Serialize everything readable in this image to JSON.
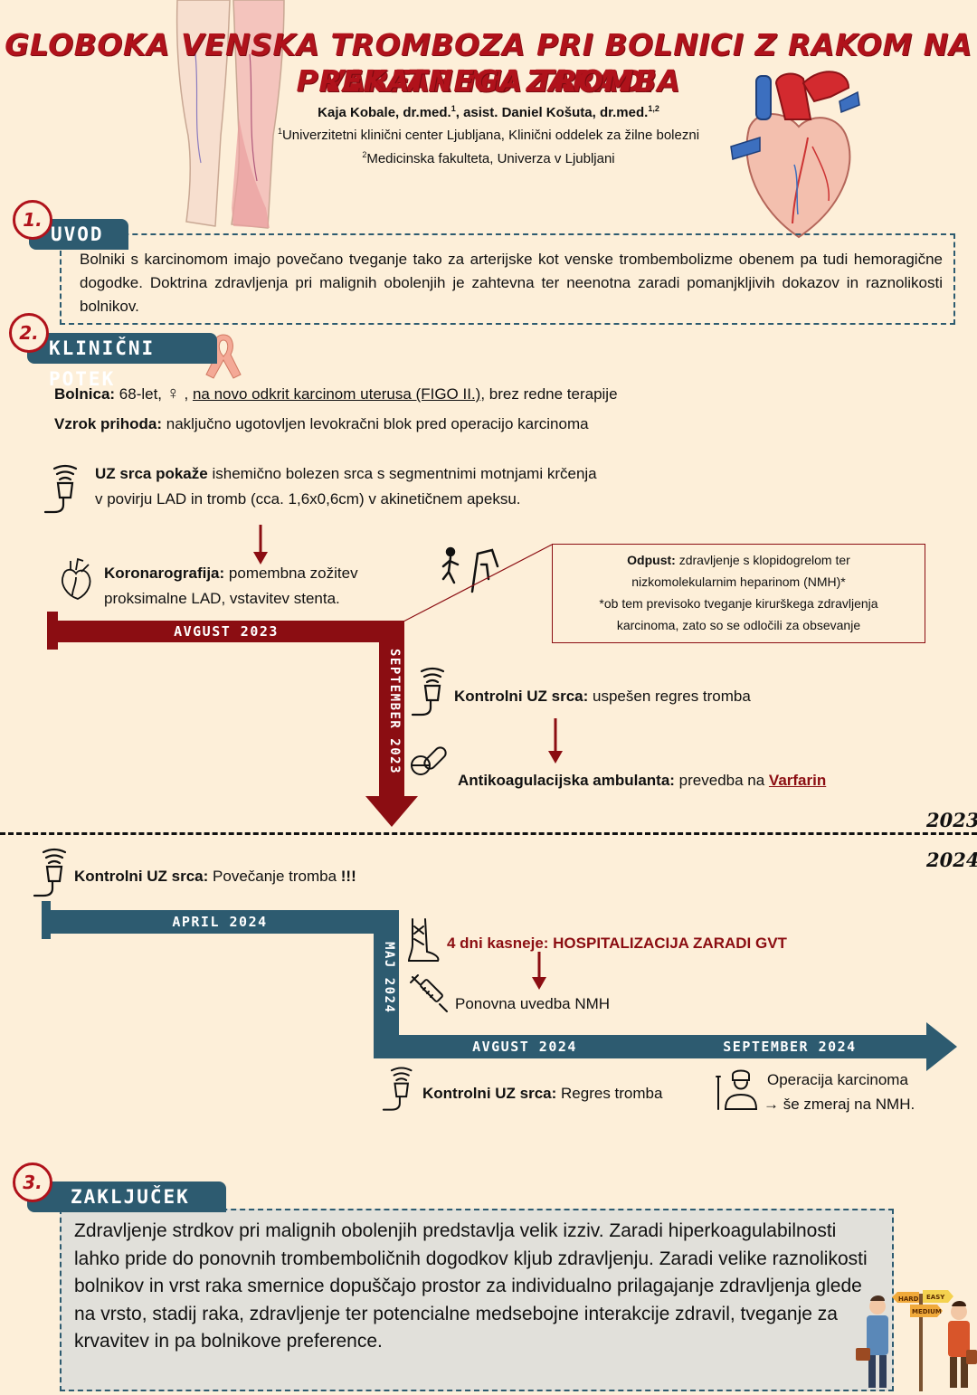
{
  "header": {
    "title_line1": "GLOBOKA VENSKA TROMBOZA PRI BOLNICI Z RAKOM NA VARFARINU ZARADI",
    "title_line2": "PREKATNEGA TROMBA",
    "author1": "Kaja Kobale, dr.med.",
    "author1_sup": "1",
    "author_sep": ", asist. Daniel Košuta, dr.med.",
    "author2_sup": "1,2",
    "affil1_sup": "1",
    "affil1": "Univerzitetni klinični center Ljubljana, Klinični oddelek za žilne bolezni",
    "affil2_sup": "2",
    "affil2": "Medicinska fakulteta, Univerza v Ljubljani"
  },
  "sections": {
    "intro": {
      "number": "1.",
      "title": "UVOD",
      "text": "Bolniki s karcinomom imajo povečano tveganje tako za arterijske kot venske trombembolizme obenem pa tudi hemoragične dogodke. Doktrina zdravljenja pri malignih obolenjih je zahtevna ter neenotna zaradi pomanjkljivih dokazov in raznolikosti bolnikov."
    },
    "course": {
      "number": "2.",
      "title": "KLINIČNI POTEK"
    },
    "conclusion": {
      "number": "3.",
      "title": "ZAKLJUČEK",
      "text": "Zdravljenje strdkov pri malignih obolenjih predstavlja velik izziv. Zaradi hiperkoagulabilnosti lahko pride do ponovnih trombemboličnih dogodkov kljub zdravljenju. Zaradi velike raznolikosti bolnikov in vrst raka smernice dopuščajo prostor za individualno prilagajanje zdravljenja glede na vrsto, stadij raka, zdravljenje ter potencialne medsebojne interakcije zdravil, tveganje za krvavitev in pa bolnikove preference."
    }
  },
  "patient": {
    "label": "Bolnica:",
    "age": " 68-let, ",
    "gender_symbol": "♀",
    "comma": " , ",
    "diagnosis": "na novo odkrit karcinom uterusa (FIGO II.)",
    "rest": ", brez redne terapije",
    "cause_label": "Vzrok prihoda:",
    "cause": " naključno ugotovljen levokračni blok pred operacijo karcinoma"
  },
  "events": {
    "uz1_bold": "UZ srca pokaže",
    "uz1_line1": " ishemično bolezen srca s segmentnimi motnjami krčenja",
    "uz1_line2": "v povirju LAD in tromb (cca. 1,6x0,6cm) v akinetičnem apeksu.",
    "koro_bold": "Koronarografija:",
    "koro_line1": " pomembna zožitev",
    "koro_line2": "proksimalne LAD, vstavitev stenta.",
    "odpust_bold": "Odpust:",
    "odpust_line1": " zdravljenje s klopidogrelom ter",
    "odpust_line2": "nizkomolekularnim heparinom (NMH)*",
    "odpust_line3": "*ob tem previsoko tveganje kirurškega zdravljenja",
    "odpust_line4": "karcinoma, zato so se odločili za obsevanje",
    "uz2_bold": "Kontrolni UZ srca:",
    "uz2_text": " uspešen regres tromba",
    "anti_bold": "Antikoagulacijska ambulanta:",
    "anti_text": " prevedba na ",
    "anti_drug": "Varfarin",
    "uz3_bold": "Kontrolni UZ srca:",
    "uz3_text": " Povečanje tromba ",
    "uz3_excl": "!!!",
    "hosp_text": "4 dni kasneje: HOSPITALIZACIJA ZARADI GVT",
    "nmh_text": "Ponovna uvedba NMH",
    "uz4_bold": "Kontrolni UZ srca:",
    "uz4_text": " Regres tromba",
    "op_line1": "Operacija karcinoma",
    "op_arrow": "→",
    "op_line2": " še zmeraj na NMH."
  },
  "timeline": {
    "aug2023": "AVGUST 2023",
    "sep2023": "SEPTEMBER 2023",
    "year2023": "2023",
    "year2024": "2024",
    "apr2024": "APRIL 2024",
    "maj2024": "MAJ 2024",
    "aug2024": "AVGUST 2024",
    "sep2024": "SEPTEMBER 2024"
  },
  "cartoon": {
    "sign_hard": "HARD",
    "sign_easy": "EASY",
    "sign_medium": "MEDIUM"
  },
  "colors": {
    "background": "#fdefd9",
    "dark_red": "#8b0d12",
    "title_red": "#b0121b",
    "teal": "#2d5b70"
  }
}
